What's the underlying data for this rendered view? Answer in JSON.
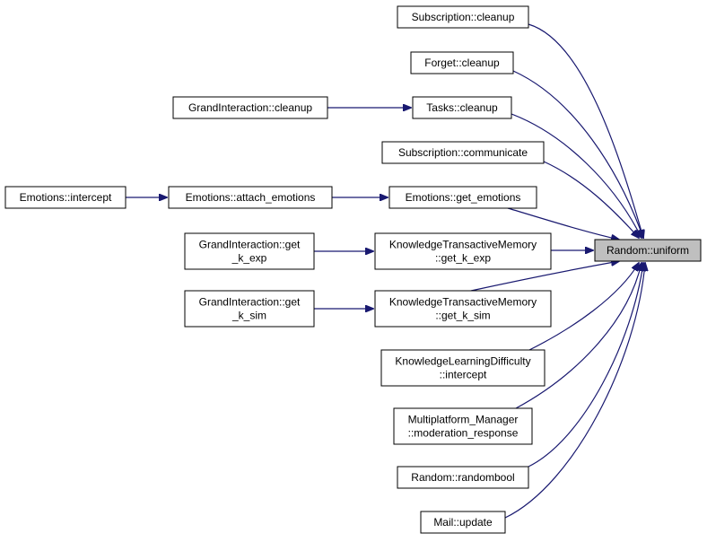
{
  "colors": {
    "edge": "#191970",
    "node_border": "#000000",
    "target_fill": "#bfbfbf",
    "node_fill": "#ffffff"
  },
  "nodes": [
    {
      "id": "random_uniform",
      "lines": [
        "Random::uniform"
      ],
      "target": true
    },
    {
      "id": "subscription_cleanup",
      "lines": [
        "Subscription::cleanup"
      ]
    },
    {
      "id": "forget_cleanup",
      "lines": [
        "Forget::cleanup"
      ]
    },
    {
      "id": "tasks_cleanup",
      "lines": [
        "Tasks::cleanup"
      ]
    },
    {
      "id": "grandinteraction_cleanup",
      "lines": [
        "GrandInteraction::cleanup"
      ]
    },
    {
      "id": "subscription_communicate",
      "lines": [
        "Subscription::communicate"
      ]
    },
    {
      "id": "emotions_get_emotions",
      "lines": [
        "Emotions::get_emotions"
      ]
    },
    {
      "id": "emotions_attach_emotions",
      "lines": [
        "Emotions::attach_emotions"
      ]
    },
    {
      "id": "emotions_intercept",
      "lines": [
        "Emotions::intercept"
      ]
    },
    {
      "id": "ktm_get_k_exp",
      "lines": [
        "KnowledgeTransactiveMemory",
        "::get_k_exp"
      ]
    },
    {
      "id": "grandinteraction_get_k_exp",
      "lines": [
        "GrandInteraction::get",
        "_k_exp"
      ]
    },
    {
      "id": "ktm_get_k_sim",
      "lines": [
        "KnowledgeTransactiveMemory",
        "::get_k_sim"
      ]
    },
    {
      "id": "grandinteraction_get_k_sim",
      "lines": [
        "GrandInteraction::get",
        "_k_sim"
      ]
    },
    {
      "id": "kld_intercept",
      "lines": [
        "KnowledgeLearningDifficulty",
        "::intercept"
      ]
    },
    {
      "id": "mpm_moderation_response",
      "lines": [
        "Multiplatform_Manager",
        "::moderation_response"
      ]
    },
    {
      "id": "random_randombool",
      "lines": [
        "Random::randombool"
      ]
    },
    {
      "id": "mail_update",
      "lines": [
        "Mail::update"
      ]
    }
  ],
  "edges": [
    {
      "from": "subscription_cleanup",
      "to": "random_uniform"
    },
    {
      "from": "forget_cleanup",
      "to": "random_uniform"
    },
    {
      "from": "tasks_cleanup",
      "to": "random_uniform"
    },
    {
      "from": "grandinteraction_cleanup",
      "to": "tasks_cleanup"
    },
    {
      "from": "subscription_communicate",
      "to": "random_uniform"
    },
    {
      "from": "emotions_get_emotions",
      "to": "random_uniform"
    },
    {
      "from": "emotions_attach_emotions",
      "to": "emotions_get_emotions"
    },
    {
      "from": "emotions_intercept",
      "to": "emotions_attach_emotions"
    },
    {
      "from": "ktm_get_k_exp",
      "to": "random_uniform"
    },
    {
      "from": "grandinteraction_get_k_exp",
      "to": "ktm_get_k_exp"
    },
    {
      "from": "ktm_get_k_sim",
      "to": "random_uniform"
    },
    {
      "from": "grandinteraction_get_k_sim",
      "to": "ktm_get_k_sim"
    },
    {
      "from": "kld_intercept",
      "to": "random_uniform"
    },
    {
      "from": "mpm_moderation_response",
      "to": "random_uniform"
    },
    {
      "from": "random_randombool",
      "to": "random_uniform"
    },
    {
      "from": "mail_update",
      "to": "random_uniform"
    }
  ]
}
